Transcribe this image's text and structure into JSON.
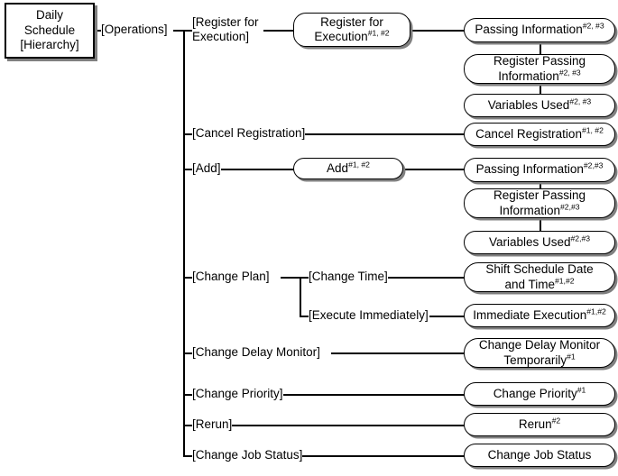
{
  "diagram": {
    "title": "Daily Schedule [Hierarchy] Operations menu hierarchy",
    "root": {
      "label": "Daily\nSchedule\n[Hierarchy]"
    },
    "branch_operations": "[Operations]",
    "branches": [
      {
        "label": "[Register for\nExecution]"
      },
      {
        "label": "[Cancel Registration]"
      },
      {
        "label": "[Add]"
      },
      {
        "label": "[Change Plan]"
      },
      {
        "label": "[Change Delay Monitor]"
      },
      {
        "label": "[Change Priority]"
      },
      {
        "label": "[Rerun]"
      },
      {
        "label": "[Change Job Status]"
      }
    ],
    "sub_branches": [
      {
        "label": "[Change Time]"
      },
      {
        "label": "[Execute Immediately]"
      }
    ],
    "mid_nodes": [
      {
        "text": "Register for\nExecution",
        "sup": "#1, #2"
      },
      {
        "text": "Add",
        "sup": "#1, #2"
      }
    ],
    "leaf_nodes": [
      {
        "text": "Passing Information",
        "sup": "#2, #3"
      },
      {
        "text": "Register Passing\nInformation",
        "sup": "#2, #3"
      },
      {
        "text": "Variables Used",
        "sup": "#2, #3"
      },
      {
        "text": "Cancel Registration",
        "sup": "#1, #2"
      },
      {
        "text": "Passing Information",
        "sup": "#2,#3"
      },
      {
        "text": "Register Passing\nInformation",
        "sup": "#2,#3"
      },
      {
        "text": "Variables Used",
        "sup": "#2,#3"
      },
      {
        "text": "Shift Schedule Date\nand Time",
        "sup": "#1,#2"
      },
      {
        "text": "Immediate Execution",
        "sup": "#1,#2"
      },
      {
        "text": "Change Delay Monitor\nTemporarily",
        "sup": "#1"
      },
      {
        "text": "Change Priority",
        "sup": "#1"
      },
      {
        "text": "Rerun",
        "sup": "#2"
      },
      {
        "text": "Change Job Status",
        "sup": ""
      }
    ],
    "colors": {
      "line": "#000000",
      "shadow": "#808080",
      "node_fill": "#ffffff",
      "background": "#ffffff"
    }
  }
}
